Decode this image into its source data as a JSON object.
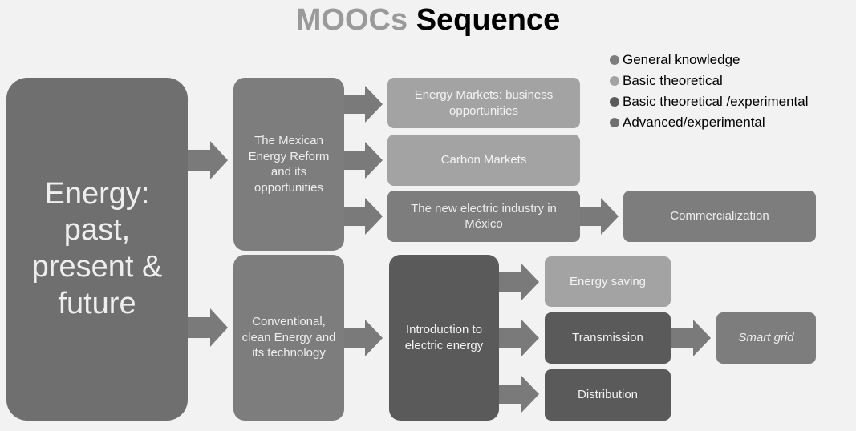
{
  "title": {
    "part1": "MOOCs",
    "part2": "Sequence"
  },
  "colors": {
    "general": "#7d7d7d",
    "basic": "#a3a3a3",
    "basic_experimental": "#5a5a5a",
    "advanced": "#6f6f6f",
    "arrow": "#7a7a7a"
  },
  "legend": [
    {
      "label": "General knowledge",
      "color": "#7d7d7d"
    },
    {
      "label": "Basic theoretical",
      "color": "#a3a3a3"
    },
    {
      "label": "Basic theoretical /experimental",
      "color": "#5a5a5a"
    },
    {
      "label": "Advanced/experimental",
      "color": "#6f6f6f"
    }
  ],
  "nodes": {
    "energy": "Energy: past, present & future",
    "reform": "The Mexican Energy Reform  and its opportunities",
    "conventional": "Conventional, clean Energy and its technology",
    "energy_markets": "Energy Markets: business opportunities",
    "carbon_markets": "Carbon Markets",
    "electric_industry": "The new electric industry  in México",
    "commercialization": "Commercialization",
    "intro_electric": "Introduction to electric energy",
    "energy_saving": "Energy saving",
    "transmission": "Transmission",
    "distribution": "Distribution",
    "smart_grid": "Smart grid"
  }
}
